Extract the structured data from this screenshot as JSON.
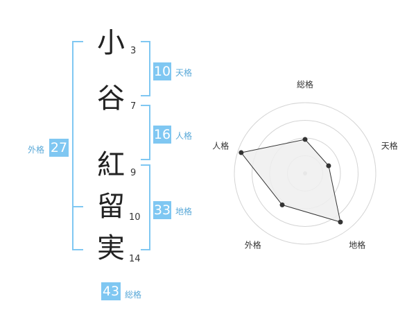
{
  "name": {
    "chars": [
      {
        "char": "小",
        "strokes": "3"
      },
      {
        "char": "谷",
        "strokes": "7"
      },
      {
        "char": "紅",
        "strokes": "9"
      },
      {
        "char": "留",
        "strokes": "10"
      },
      {
        "char": "実",
        "strokes": "14"
      }
    ]
  },
  "fortunes": {
    "tenkaku": {
      "value": "10",
      "label": "天格"
    },
    "jinkaku": {
      "value": "16",
      "label": "人格"
    },
    "chikaku": {
      "value": "33",
      "label": "地格"
    },
    "gaikaku": {
      "value": "27",
      "label": "外格"
    },
    "soukaku": {
      "value": "43",
      "label": "総格"
    }
  },
  "radar": {
    "axes": [
      "総格",
      "天格",
      "地格",
      "外格",
      "人格"
    ],
    "values": [
      0.48,
      0.35,
      0.85,
      0.55,
      0.95
    ]
  },
  "colors": {
    "accent": "#7fc7f2",
    "label": "#5aa9d8"
  }
}
